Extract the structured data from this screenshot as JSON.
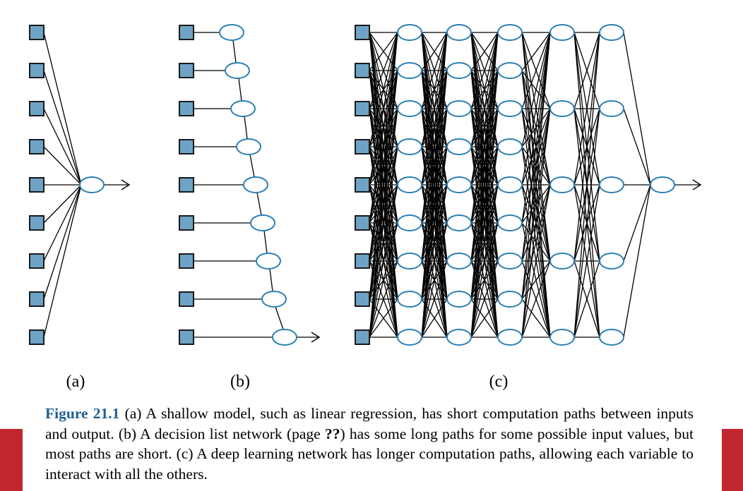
{
  "colors": {
    "input_fill": "#6fa3c6",
    "input_stroke": "#1a1a1a",
    "node_stroke": "#2b7fb3",
    "node_fill": "#ffffff",
    "edge": "#000000",
    "figure_label": "#1f5f8f",
    "side_bar": "#c0262d"
  },
  "panels": [
    {
      "id": "a",
      "label": "(a)"
    },
    {
      "id": "b",
      "label": "(b)"
    },
    {
      "id": "c",
      "label": "(c)"
    }
  ],
  "caption": {
    "figure_label": "Figure 21.1",
    "text_1": " (a) A shallow model, such as linear regression, has short computation paths between inputs and output.  (b) A decision list network (page ",
    "ref_mark": "??",
    "text_2": ") has some long paths for some possible input values, but most paths are short. (c) A deep learning network has longer computation paths, allowing each variable to interact with all the others."
  }
}
